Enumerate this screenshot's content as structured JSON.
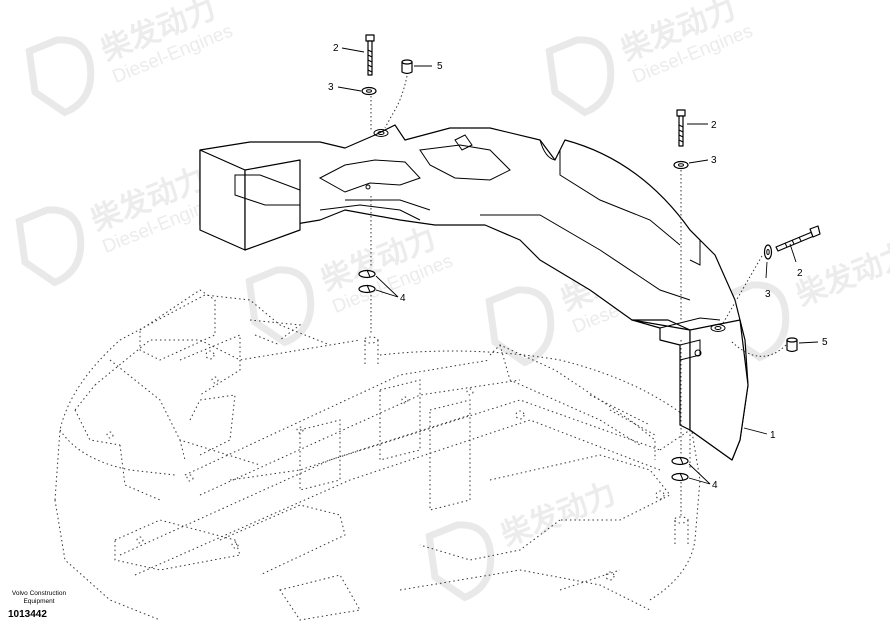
{
  "watermark": {
    "brand_cn": "柴发动力",
    "brand_en": "Diesel-Engines"
  },
  "callouts": {
    "c1": "1",
    "c2a": "2",
    "c2b": "2",
    "c2c": "2",
    "c3a": "3",
    "c3b": "3",
    "c3c": "3",
    "c4a": "4",
    "c4b": "4",
    "c5a": "5",
    "c5b": "5"
  },
  "caption": {
    "publisher_line1": "Volvo Construction",
    "publisher_line2": "Equipment",
    "drawing_number": "1013442"
  }
}
